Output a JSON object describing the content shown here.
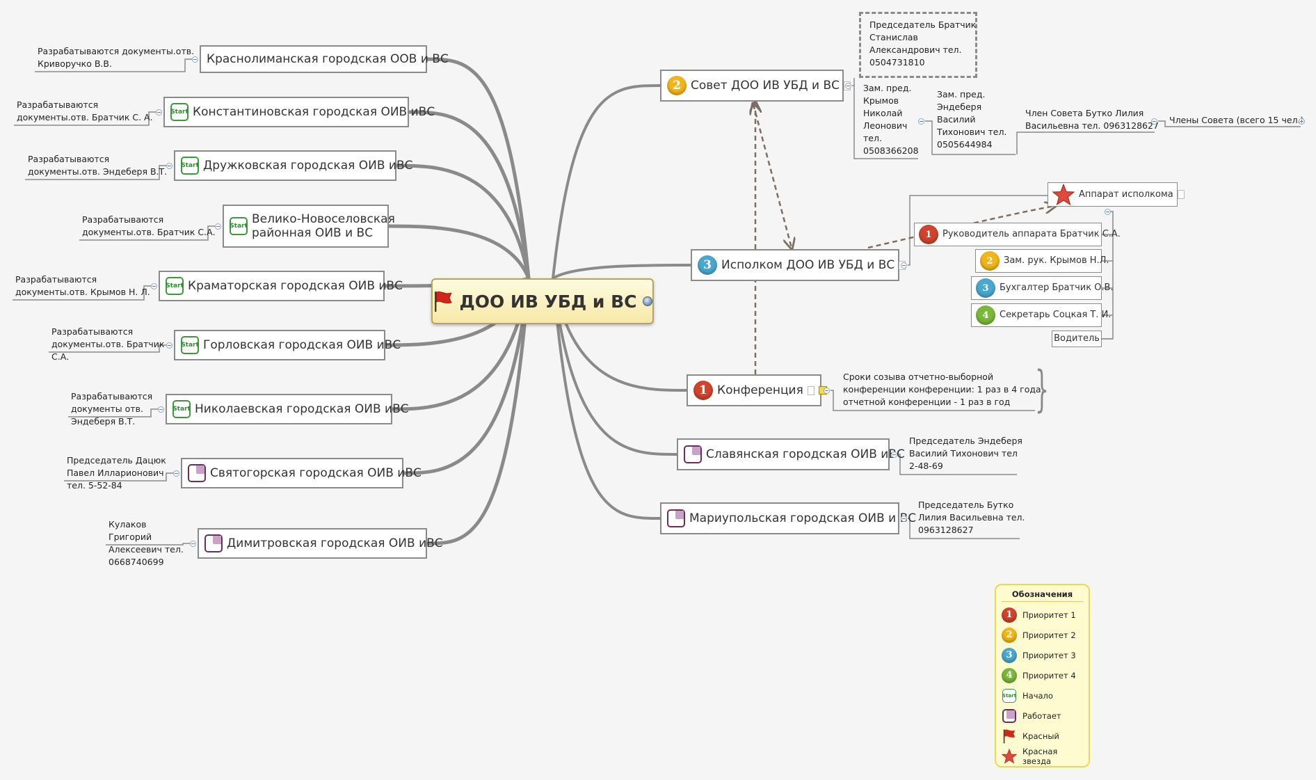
{
  "center": {
    "label": "ДОО ИВ УБД и ВС"
  },
  "left_topics": [
    {
      "label": "Краснолиманская городская ООВ и ВС",
      "note": [
        "Разрабатываются документы.отв.",
        "Криворучко В.В."
      ]
    },
    {
      "label": "Константиновская городская ОИВ иВС",
      "note": [
        "Разрабатываются",
        "документы.отв. Братчик С. А."
      ]
    },
    {
      "label": "Дружковская городская ОИВ иВС",
      "note": [
        "Разрабатываются",
        "документы.отв. Эндеберя В.Т."
      ]
    },
    {
      "label": [
        "Велико-Новоселовская",
        "районная ОИВ и ВС"
      ],
      "note": [
        "Разрабатываются",
        "документы.отв. Братчик С.А."
      ]
    },
    {
      "label": "Краматорская городская ОИВ иВС",
      "note": [
        "Разрабатываются",
        "документы.отв. Крымов Н. Л."
      ]
    },
    {
      "label": "Горловская городская ОИВ иВС",
      "note": [
        "Разрабатываются",
        "документы.отв. Братчик",
        "С.А."
      ]
    },
    {
      "label": "Николаевская городская ОИВ иВС",
      "note": [
        "Разрабатываются",
        "документы отв.",
        "Эндеберя В.Т."
      ]
    },
    {
      "label": "Святогорская городская ОИВ иВС",
      "note": [
        "Председатель Дацюк",
        "Павел Илларионович",
        "тел. 5-52-84"
      ]
    },
    {
      "label": "Димитровская городская ОИВ иВС",
      "note": [
        "Кулаков",
        "Григорий",
        "Алексеевич тел.",
        "0668740699"
      ]
    }
  ],
  "sovet": {
    "label": "Совет ДОО ИВ УБД и ВС",
    "chair": [
      "Председатель Братчик",
      "Станислав",
      "Александрович тел.",
      "0504731810"
    ],
    "deputy1": [
      "Зам. пред.",
      "Крымов",
      "Николай",
      "Леонович",
      "тел.",
      "0508366208"
    ],
    "deputy2": [
      "Зам. пред.",
      "Эндеберя",
      "Василий",
      "Тихонович тел.",
      "0505644984"
    ],
    "member": [
      "Член Совета Бутко Лилия",
      "Васильевна тел. 0963128627"
    ],
    "members_all": "Члены Совета (всего 15 чел.)"
  },
  "ispolkom": {
    "label": "Исполком ДОО ИВ УБД и ВС",
    "apparat": "Аппарат исполкома",
    "staff": [
      {
        "label": "Руководитель аппарата Братчик С.А.",
        "prio": "1"
      },
      {
        "label": "Зам. рук. Крымов Н.Л.",
        "prio": "2"
      },
      {
        "label": "Бухгалтер Братчик О.В.",
        "prio": "3"
      },
      {
        "label": "Секретарь Соцкая Т. И.",
        "prio": "4"
      },
      {
        "label": "Водитель",
        "prio": ""
      }
    ]
  },
  "konf": {
    "label": "Конференция",
    "note": [
      "Сроки созыва отчетно-выборной",
      "конференции конференции: 1 раз в 4 года,",
      "отчетной конференции - 1 раз в год"
    ]
  },
  "slav": {
    "label": "Славянская городская ОИВ иВС",
    "note": [
      "Председатель Эндеберя",
      "Василий Тихонович тел",
      "2-48-69"
    ]
  },
  "mariu": {
    "label": "Мариупольская городская ОИВ и ВС",
    "note": [
      "Председатель Бутко",
      "Лилия Васильевна тел.",
      "0963128627"
    ]
  },
  "legend": {
    "title": "Обозначения",
    "items": [
      {
        "label": "Приоритет 1",
        "icon": "priority-1-icon"
      },
      {
        "label": "Приоритет 2",
        "icon": "priority-2-icon"
      },
      {
        "label": "Приоритет 3",
        "icon": "priority-3-icon"
      },
      {
        "label": "Приоритет 4",
        "icon": "priority-4-icon"
      },
      {
        "label": "Начало",
        "icon": "start-icon"
      },
      {
        "label": "Работает",
        "icon": "working-icon"
      },
      {
        "label": "Красный",
        "icon": "red-flag-icon"
      },
      {
        "label": "Красная звезда",
        "icon": "red-star-icon"
      }
    ]
  },
  "icons": {
    "start_text": "Start"
  },
  "colors": {
    "priority_1": "#d0442c",
    "priority_2": "#f2b51a",
    "priority_3": "#4aa8cf",
    "priority_4": "#7ab83a",
    "line": "#8a8a8a",
    "dashed": "#7a6e62",
    "center_border": "#b5a45f",
    "legend_border": "#f0d84a"
  }
}
